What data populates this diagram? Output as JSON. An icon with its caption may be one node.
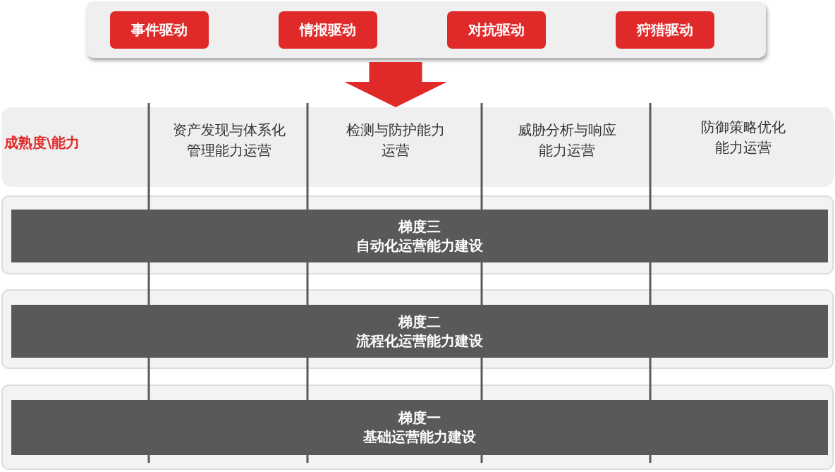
{
  "diagram": {
    "nodes": [
      {
        "text": [],
        "shape": "box"
      },
      {
        "text": [
          "事件驱动"
        ],
        "in": 0
      },
      {
        "text": [
          "情报驱动"
        ],
        "in": 0
      },
      {
        "text": [
          "对抗驱动"
        ],
        "in": 0
      },
      {
        "text": [
          "狩猎驱动"
        ],
        "in": 0
      },
      {
        "text": [
          "成熟度\\能力",
          "资产发现与体系化管理能力运营",
          "检测与防护能力运营",
          "威胁分析与响应能力运营",
          "防御策略优化能力运营"
        ]
      },
      {
        "text": [],
        "shape": "box"
      },
      {
        "text": [
          "梯度三",
          "自动化运营能力建设"
        ],
        "in": 6
      },
      {
        "text": [],
        "shape": "box"
      },
      {
        "text": [
          "梯度二",
          "流程化运营能力建设"
        ],
        "in": 8
      },
      {
        "text": [],
        "shape": "box"
      },
      {
        "text": [
          "梯度一",
          "基础运营能力建设"
        ],
        "in": 10
      }
    ],
    "edges": [
      {
        "from": 0,
        "to": 5,
        "arrow": "to"
      }
    ]
  }
}
